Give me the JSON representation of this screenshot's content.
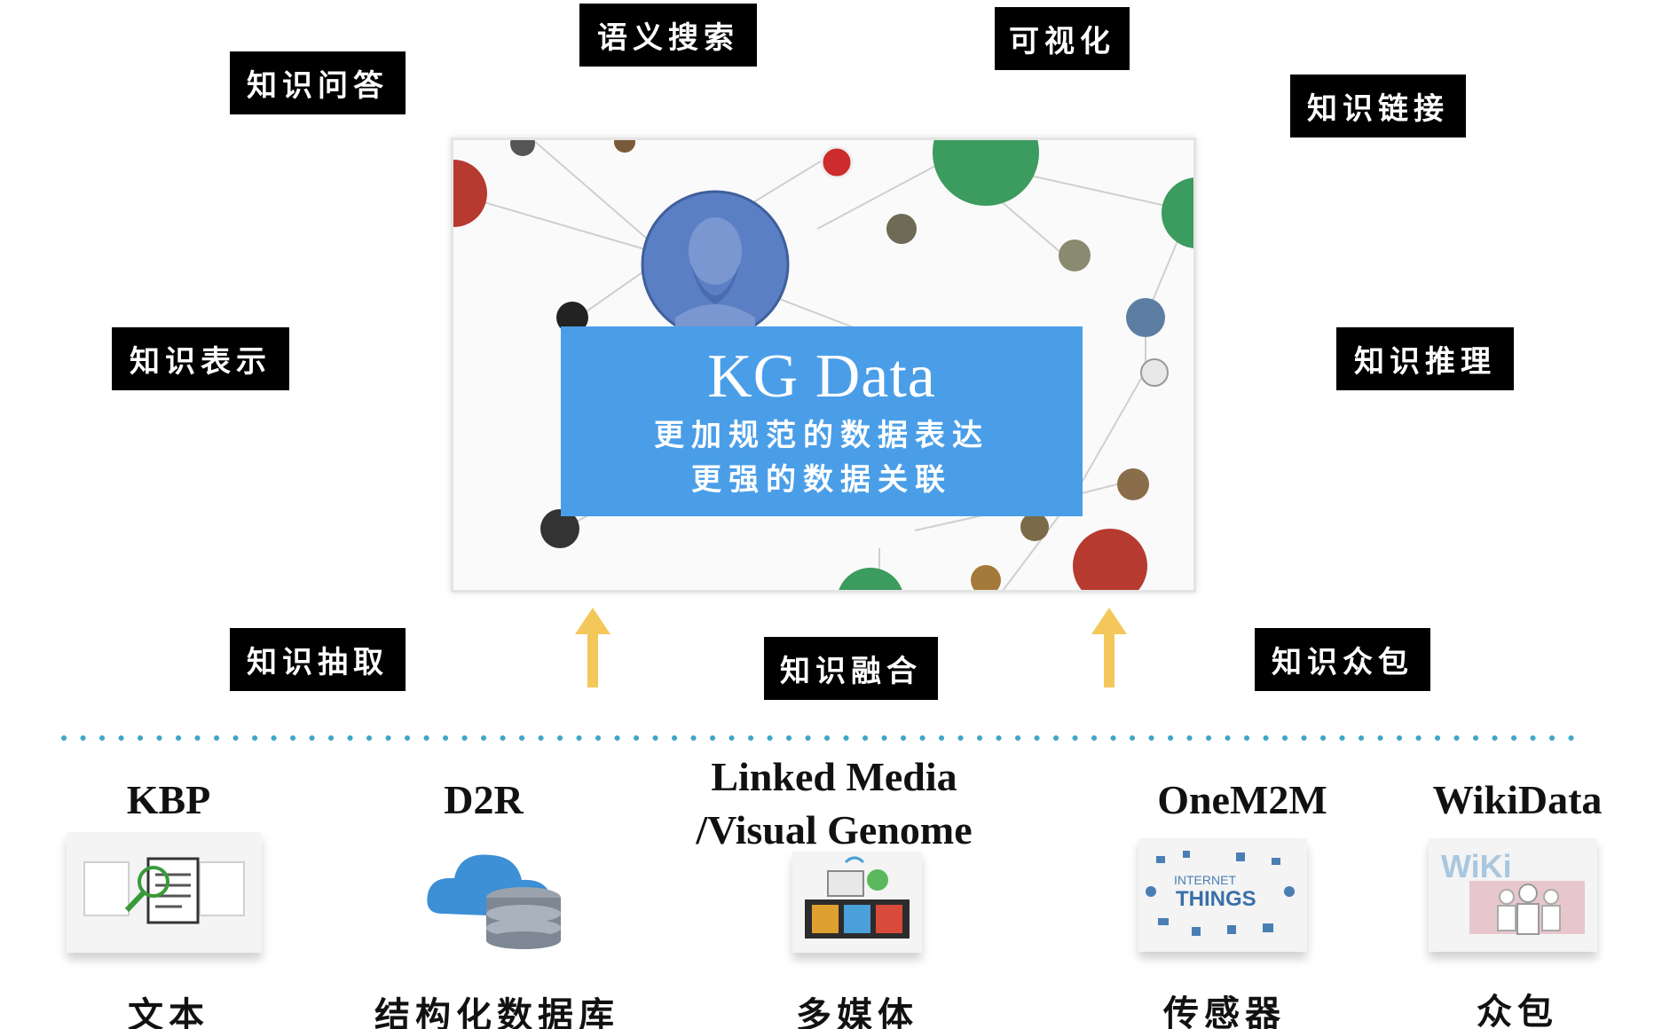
{
  "tasks": {
    "semantic_search": "语义搜索",
    "visualization": "可视化",
    "qa": "知识问答",
    "linking": "知识链接",
    "representation": "知识表示",
    "reasoning": "知识推理",
    "extraction": "知识抽取",
    "fusion": "知识融合",
    "crowdsourcing": "知识众包"
  },
  "center": {
    "title": "KG Data",
    "line1": "更加规范的数据表达",
    "line2": "更强的数据关联"
  },
  "sources": [
    {
      "name": "KBP",
      "category": "文本",
      "icon": "document-search-icon"
    },
    {
      "name": "D2R",
      "category": "结构化数据库",
      "icon": "cloud-database-icon"
    },
    {
      "name": "Linked Media",
      "name2": "/Visual Genome",
      "category": "多媒体",
      "icon": "multimedia-icon"
    },
    {
      "name": "OneM2M",
      "category": "传感器",
      "icon": "internet-of-things-icon"
    },
    {
      "name": "WikiData",
      "category": "众包",
      "icon": "wiki-crowd-icon"
    }
  ],
  "iot_icon_text": {
    "line1": "INTERNET",
    "line2": "THINGS"
  },
  "wiki_icon_text": "WiKi",
  "colors": {
    "label_bg": "#000000",
    "kg_box": "#4a9ee8",
    "arrow": "#f3c75a",
    "dots": "#3fa6c8",
    "node_red": "#b63a2f",
    "node_green": "#3c9b5e",
    "node_blue": "#5b7fc4"
  }
}
